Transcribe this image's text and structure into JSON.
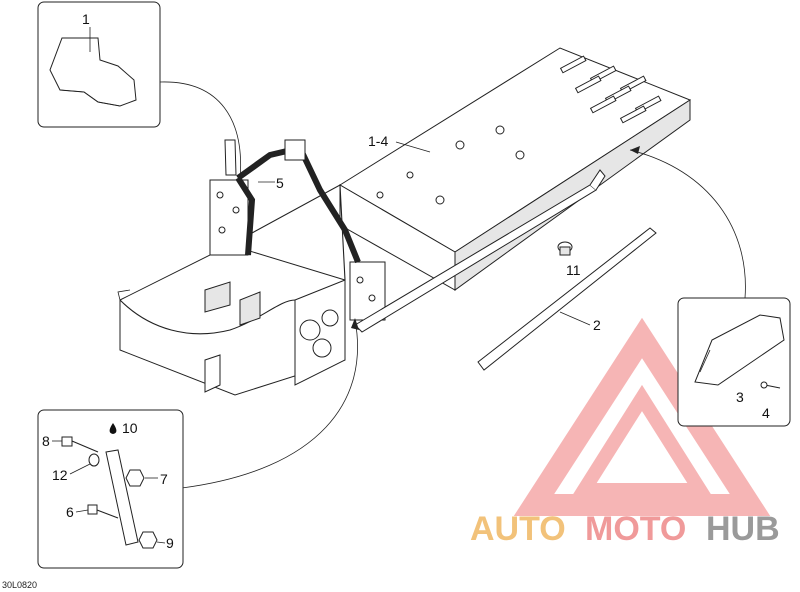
{
  "callouts": {
    "c1": "1",
    "c1_4": "1-4",
    "c2": "2",
    "c3": "3",
    "c4": "4",
    "c5": "5",
    "c6": "6",
    "c7": "7",
    "c8": "8",
    "c9": "9",
    "c10": "10",
    "c11": "11",
    "c12": "12"
  },
  "watermark": {
    "auto": "AUTO",
    "moto": "MOTO",
    "hub": "HUB",
    "colors": {
      "auto": "#f2c27a",
      "moto": "#f09a9a",
      "hub": "#9a9a9a",
      "logo": "#f07a7a"
    }
  },
  "diagram_code": "30L0820"
}
